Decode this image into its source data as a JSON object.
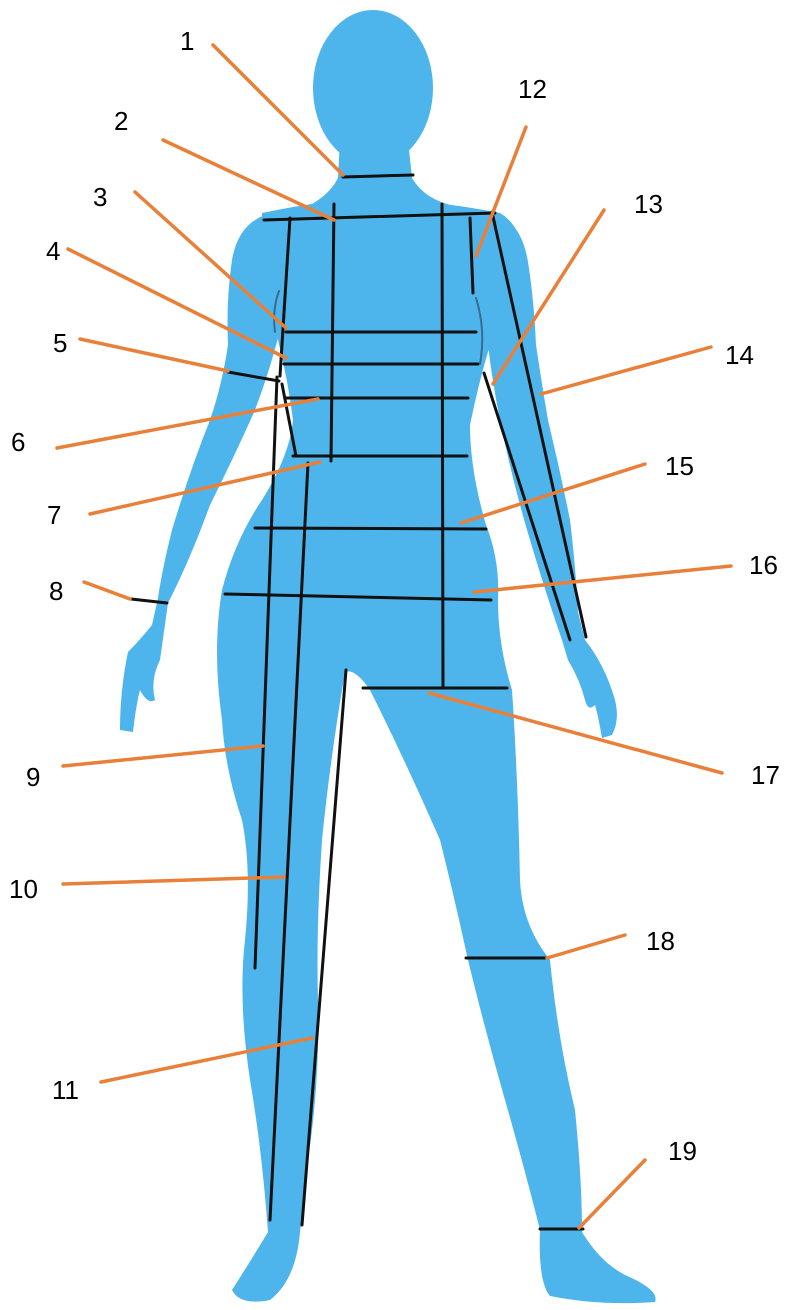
{
  "figure": {
    "subject": "female-body-silhouette",
    "body_color": "#4DB5EC",
    "leader_color": "#E8803A",
    "measure_line_color": "#111111"
  },
  "labels": [
    {
      "id": 1,
      "text": "1"
    },
    {
      "id": 2,
      "text": "2"
    },
    {
      "id": 3,
      "text": "3"
    },
    {
      "id": 4,
      "text": "4"
    },
    {
      "id": 5,
      "text": "5"
    },
    {
      "id": 6,
      "text": "6"
    },
    {
      "id": 7,
      "text": "7"
    },
    {
      "id": 8,
      "text": "8"
    },
    {
      "id": 9,
      "text": "9"
    },
    {
      "id": 10,
      "text": "10"
    },
    {
      "id": 11,
      "text": "11"
    },
    {
      "id": 12,
      "text": "12"
    },
    {
      "id": 13,
      "text": "13"
    },
    {
      "id": 14,
      "text": "14"
    },
    {
      "id": 15,
      "text": "15"
    },
    {
      "id": 16,
      "text": "16"
    },
    {
      "id": 17,
      "text": "17"
    },
    {
      "id": 18,
      "text": "18"
    },
    {
      "id": 19,
      "text": "19"
    }
  ]
}
